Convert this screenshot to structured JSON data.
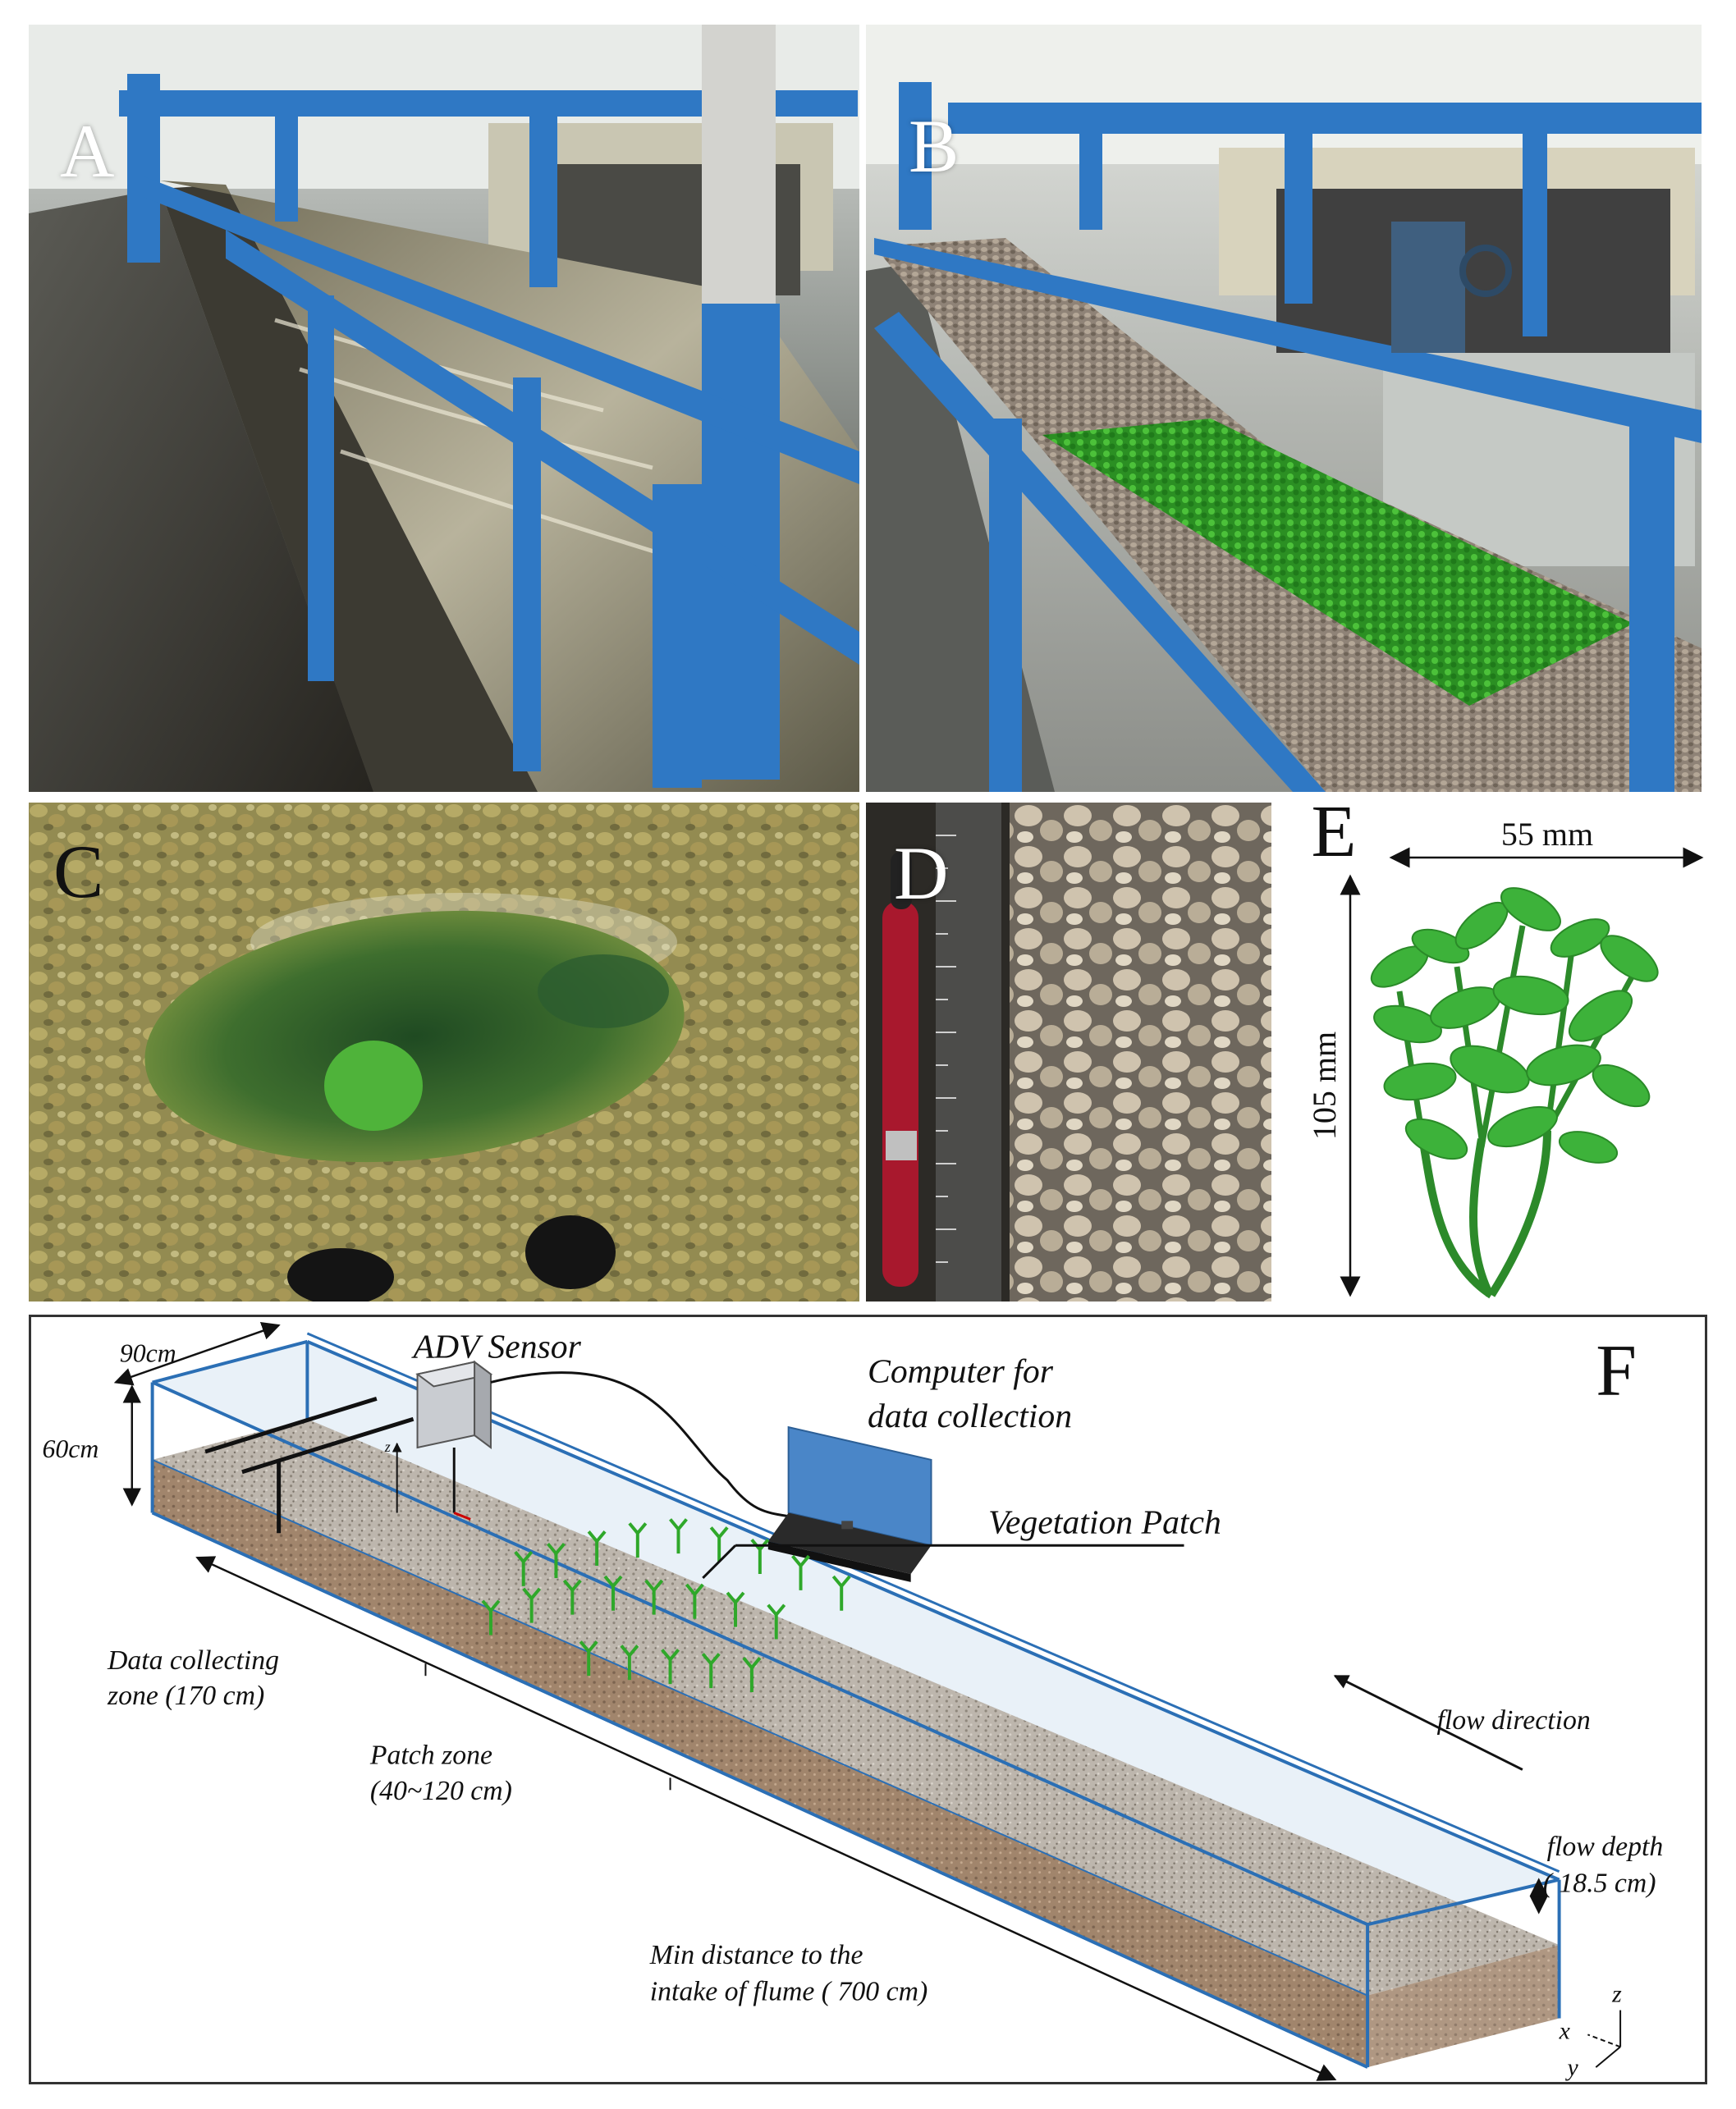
{
  "panels": {
    "a": {
      "label": "A"
    },
    "b": {
      "label": "B"
    },
    "c": {
      "label": "C"
    },
    "d": {
      "label": "D"
    },
    "e": {
      "label": "E",
      "width_label": "55 mm",
      "height_label": "105 mm"
    },
    "f": {
      "label": "F",
      "width_label": "90cm",
      "height_label": "60cm",
      "sensor_label": "ADV Sensor",
      "computer_label_1": "Computer for",
      "computer_label_2": "data collection",
      "patch_label": "Vegetation Patch",
      "data_zone_1": "Data collecting",
      "data_zone_2": "zone (170 cm)",
      "patch_zone_1": "Patch zone",
      "patch_zone_2": "(40~120 cm)",
      "min_dist_1": "Min distance to the",
      "min_dist_2": "intake of flume ( 700 cm)",
      "flow_direction": "flow direction",
      "flow_depth_1": "flow depth",
      "flow_depth_2": "( 18.5 cm)",
      "axis_z": "z",
      "axis_x": "x",
      "axis_y": "y",
      "sensor_axis_z": "z"
    }
  },
  "colors": {
    "flume_blue": "#2b6fb5",
    "vegetation_green": "#2fa82a",
    "gravel": "#9b8c7c"
  }
}
